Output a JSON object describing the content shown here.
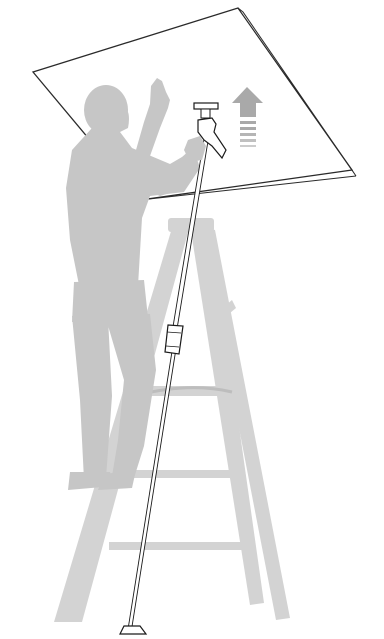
{
  "illustration": {
    "subject": "",
    "palette": {
      "background": "#ffffff",
      "silhouette": "#c9c9c9",
      "silhouette_light": "#d6d6d6",
      "outline": "#1a1a1a",
      "panel_fill": "#ffffff",
      "arrow": "#a9a9a9"
    },
    "icons": [
      "ceiling-panel",
      "worker-silhouette",
      "step-ladder",
      "telescopic-support-pole",
      "up-arrow-icon"
    ]
  }
}
